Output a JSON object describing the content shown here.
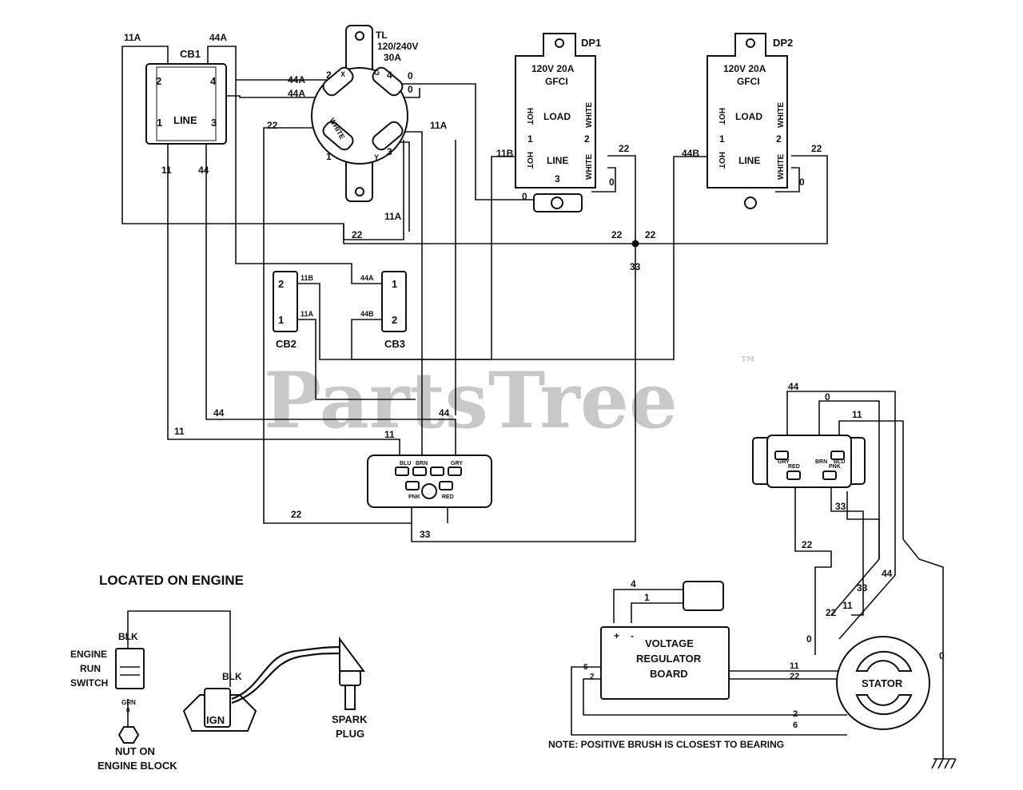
{
  "watermark": {
    "brand": "PartsTree",
    "trademark": "™"
  },
  "components": {
    "cb1": {
      "name": "CB1",
      "pins": [
        "2",
        "4",
        "1",
        "3"
      ],
      "line": "LINE"
    },
    "tl": {
      "name": "TL",
      "rating1": "120/240V",
      "rating2": "30A",
      "pins": [
        "2",
        "4",
        "1",
        "3"
      ],
      "x": "X",
      "g": "G",
      "w": "WHITE",
      "y": "Y"
    },
    "dp1": {
      "name": "DP1",
      "rating": "120V 20A",
      "type": "GFCI",
      "hot": "HOT",
      "load": "LOAD",
      "white": "WHITE",
      "line": "LINE",
      "pin1": "1",
      "pin2": "2",
      "pin3": "3"
    },
    "dp2": {
      "name": "DP2",
      "rating": "120V 20A",
      "type": "GFCI",
      "hot": "HOT",
      "load": "LOAD",
      "white": "WHITE",
      "line": "LINE",
      "pin1": "1",
      "pin2": "2"
    },
    "cb2": {
      "name": "CB2",
      "pin2": "2",
      "pin1": "1"
    },
    "cb3": {
      "name": "CB3",
      "pin1": "1",
      "pin2": "2"
    },
    "connector_block": {
      "top_pins": [
        "BLU",
        "BRN",
        "",
        "GRY"
      ],
      "bottom_pins": [
        "PNK",
        "RED"
      ]
    },
    "rect_connector": {
      "top_pins": [
        "GRY",
        "",
        "BRN",
        "BLU"
      ],
      "bottom_pins": [
        "RED",
        "PNK"
      ]
    },
    "vr": {
      "line1": "VOLTAGE",
      "line2": "REGULATOR",
      "line3": "BOARD",
      "plus": "+",
      "minus": "-"
    },
    "stator": {
      "name": "STATOR"
    },
    "engine": {
      "heading": "LOCATED ON ENGINE",
      "blk1": "BLK",
      "blk2": "BLK",
      "switch1": "ENGINE",
      "switch2": "RUN",
      "switch3": "SWITCH",
      "grn": "GRN",
      "zero": "0",
      "nut1": "NUT ON",
      "nut2": "ENGINE BLOCK",
      "ign": "IGN",
      "spark1": "SPARK",
      "spark2": "PLUG"
    },
    "note": "NOTE: POSITIVE BRUSH IS CLOSEST TO BEARING"
  },
  "wires": {
    "w11a_top": "11A",
    "w44a_top": "44A",
    "w11_cb1": "11",
    "w44_cb1": "44",
    "w44a_1": "44A",
    "w44a_2": "44A",
    "w0_1": "0",
    "w0_2": "0",
    "w22_tl": "22",
    "w11a_tl": "11A",
    "w11a_low": "11A",
    "w11b": "11B",
    "w0_dp1": "0",
    "w22_dp1": "22",
    "w0_dp1b": "0",
    "w44b_dp2": "44B",
    "w22_dp2": "22",
    "w0_dp2": "0",
    "w22_bus1": "22",
    "w22_bus2": "22",
    "w22_bus3": "22",
    "w33_bus": "33",
    "w11b_cb2": "11B",
    "w11a_cb2": "11A",
    "w44a_cb3": "44A",
    "w44b_cb3": "44B",
    "w44_mid": "44",
    "w44_mid2": "44",
    "w11_mid": "11",
    "w11_mid2": "11",
    "w22_low": "22",
    "w33_low": "33",
    "w44_r": "44",
    "w0_r": "0",
    "w11_r": "11",
    "w33_r": "33",
    "w22_r": "22",
    "w22_s": "22",
    "w11_s": "11",
    "w33_s": "33",
    "w44_s": "44",
    "w0_s": "0",
    "w0_st": "0",
    "w4_vr": "4",
    "w1_vr": "1",
    "w6_vr": "6",
    "w2_vr": "2",
    "w11_vrs": "11",
    "w22_vrs": "22",
    "w2_st": "2",
    "w6_st": "6"
  }
}
